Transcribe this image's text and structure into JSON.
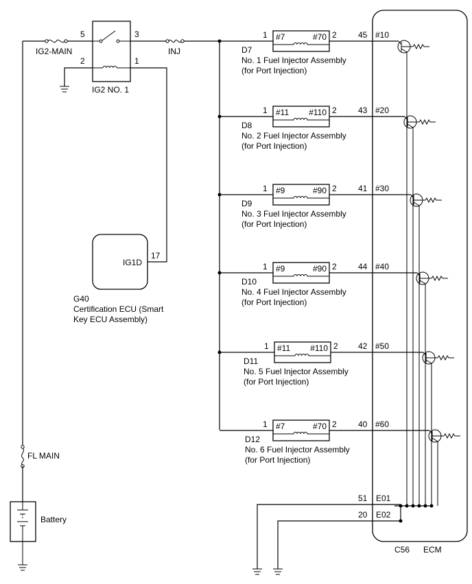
{
  "relay": {
    "name": "IG2 NO. 1",
    "pins": {
      "p5": "5",
      "p3": "3",
      "p2": "2",
      "p1": "1"
    }
  },
  "fuses": {
    "ig2_main": "IG2-MAIN",
    "inj": "INJ",
    "fl_main": "FL MAIN"
  },
  "battery": {
    "label": "Battery"
  },
  "cert_ecu": {
    "pin_label": "IG1D",
    "pin_number": "17",
    "code": "G40",
    "name_line1": "Certification ECU (Smart",
    "name_line2": "Key ECU Assembly)"
  },
  "injectors": [
    {
      "code": "D7",
      "name": "No. 1 Fuel Injector Assembly",
      "sub": "(for Port Injection)",
      "pin_in": "1",
      "pin_out": "2",
      "code_left": "#7",
      "code_right": "#70",
      "ecu_pin": "45",
      "ecu_term": "#10"
    },
    {
      "code": "D8",
      "name": "No. 2 Fuel Injector Assembly",
      "sub": "(for Port Injection)",
      "pin_in": "1",
      "pin_out": "2",
      "code_left": "#11",
      "code_right": "#110",
      "ecu_pin": "43",
      "ecu_term": "#20"
    },
    {
      "code": "D9",
      "name": "No. 3 Fuel Injector Assembly",
      "sub": "(for Port Injection)",
      "pin_in": "1",
      "pin_out": "2",
      "code_left": "#9",
      "code_right": "#90",
      "ecu_pin": "41",
      "ecu_term": "#30"
    },
    {
      "code": "D10",
      "name": "No. 4 Fuel Injector Assembly",
      "sub": "(for Port Injection)",
      "pin_in": "1",
      "pin_out": "2",
      "code_left": "#9",
      "code_right": "#90",
      "ecu_pin": "44",
      "ecu_term": "#40"
    },
    {
      "code": "D11",
      "name": "No. 5 Fuel Injector Assembly",
      "sub": "(for Port Injection)",
      "pin_in": "1",
      "pin_out": "2",
      "code_left": "#11",
      "code_right": "#110",
      "ecu_pin": "42",
      "ecu_term": "#50"
    },
    {
      "code": "D12",
      "name": "No. 6 Fuel Injector Assembly",
      "sub": "(for Port Injection)",
      "pin_in": "1",
      "pin_out": "2",
      "code_left": "#7",
      "code_right": "#70",
      "ecu_pin": "40",
      "ecu_term": "#60"
    }
  ],
  "ecm": {
    "connector": "C56",
    "name": "ECM",
    "grounds": [
      {
        "pin": "51",
        "term": "E01"
      },
      {
        "pin": "20",
        "term": "E02"
      }
    ]
  }
}
